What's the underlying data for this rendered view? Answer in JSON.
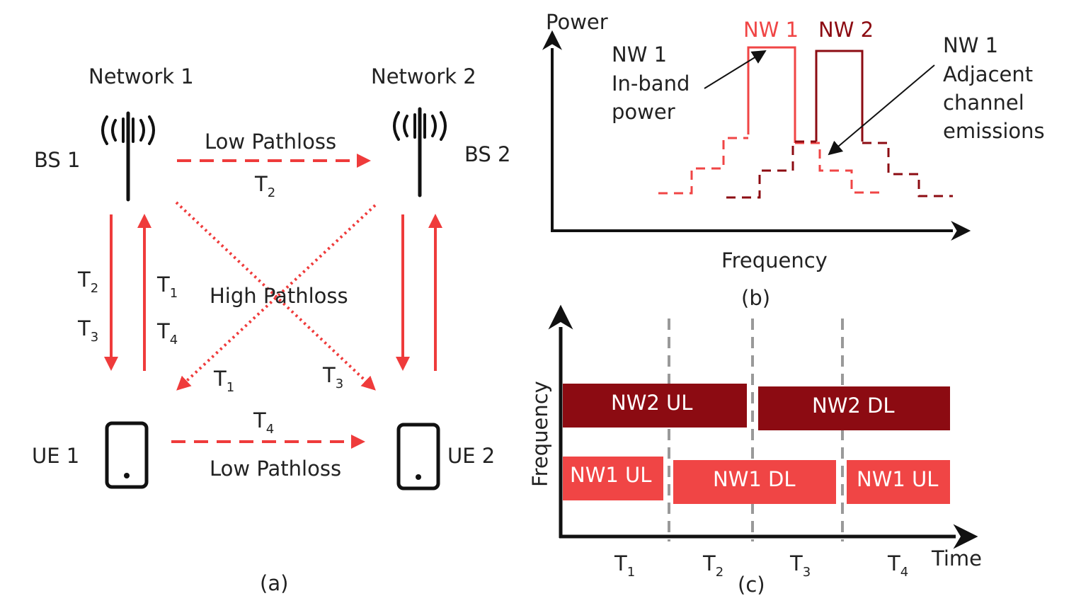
{
  "colors": {
    "red": "#ef3b3b",
    "light_red": "#f04545",
    "dark_red": "#8c0b12",
    "grid": "#999999",
    "black": "#111111"
  },
  "a": {
    "network1": "Network 1",
    "network2": "Network 2",
    "bs1": "BS 1",
    "bs2": "BS 2",
    "ue1": "UE 1",
    "ue2": "UE 2",
    "low_pathloss_top": "Low Pathloss",
    "low_pathloss_bottom": "Low Pathloss",
    "high_pathloss": "High Pathloss",
    "t_prefix": "T",
    "t_top": "2",
    "t_bottom": "4",
    "t_left_down_1": "2",
    "t_left_down_2": "3",
    "t_left_up_1": "1",
    "t_left_up_2": "4",
    "t_diag_left": "1",
    "t_diag_right": "3",
    "caption": "(a)",
    "icons": [
      "antenna-icon",
      "antenna-icon",
      "phone-icon",
      "phone-icon"
    ]
  },
  "b": {
    "ylabel": "Power",
    "xlabel": "Frequency",
    "nw1": "NW 1",
    "nw2": "NW 2",
    "inband": [
      "NW 1",
      "In-band",
      "power"
    ],
    "adjacent": [
      "NW 1",
      "Adjacent",
      "channel",
      "emissions"
    ],
    "caption": "(b)"
  },
  "c": {
    "ylabel": "Frequency",
    "xlabel": "Time",
    "t_prefix": "T",
    "slots": [
      "1",
      "2",
      "3",
      "4"
    ],
    "nw2_ul": "NW2 UL",
    "nw2_dl": "NW2 DL",
    "nw1_ul_a": "NW1 UL",
    "nw1_dl": "NW1 DL",
    "nw1_ul_b": "NW1 UL",
    "caption": "(c)"
  }
}
